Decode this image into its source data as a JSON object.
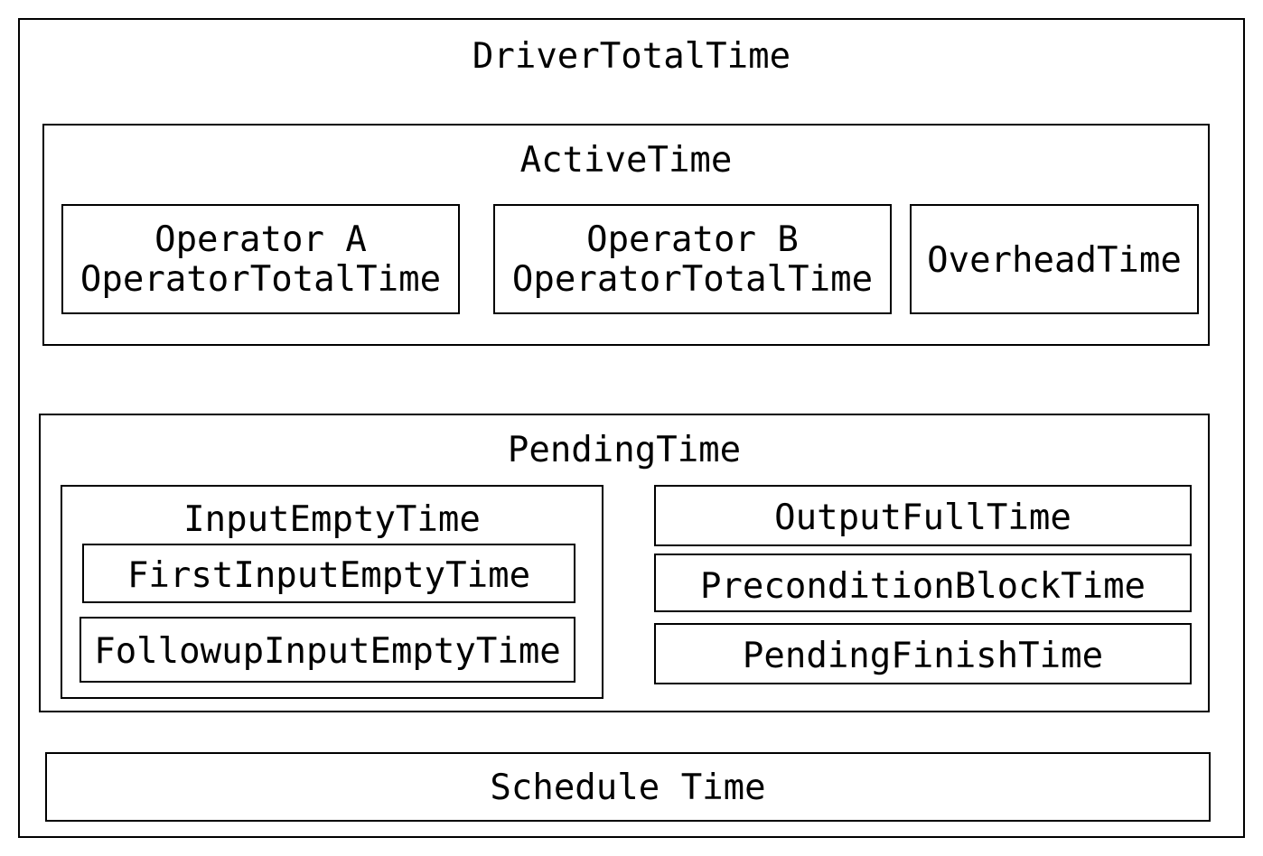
{
  "diagram": {
    "title": "DriverTotalTime",
    "type": "nested-box-taxonomy",
    "groups": [
      {
        "name": "ActiveTime",
        "label": "ActiveTime",
        "children": [
          {
            "name": "operator-a",
            "line1": "Operator A",
            "line2": "OperatorTotalTime"
          },
          {
            "name": "operator-b",
            "line1": "Operator B",
            "line2": "OperatorTotalTime"
          },
          {
            "name": "overhead-time",
            "label": "OverheadTime"
          }
        ]
      },
      {
        "name": "PendingTime",
        "label": "PendingTime",
        "children": [
          {
            "name": "input-empty-time",
            "label": "InputEmptyTime",
            "children": [
              {
                "name": "first-input-empty-time",
                "label": "FirstInputEmptyTime"
              },
              {
                "name": "followup-input-empty-time",
                "label": "FollowupInputEmptyTime"
              }
            ]
          },
          {
            "name": "output-full-time",
            "label": "OutputFullTime"
          },
          {
            "name": "precondition-block-time",
            "label": "PreconditionBlockTime"
          },
          {
            "name": "pending-finish-time",
            "label": "PendingFinishTime"
          }
        ]
      },
      {
        "name": "ScheduleTime",
        "label": "Schedule Time"
      }
    ]
  },
  "labels": {
    "driver_total_time": "DriverTotalTime",
    "active_time": "ActiveTime",
    "operator_a_line1": "Operator A",
    "operator_a_line2": "OperatorTotalTime",
    "operator_b_line1": "Operator B",
    "operator_b_line2": "OperatorTotalTime",
    "overhead_time": "OverheadTime",
    "pending_time": "PendingTime",
    "input_empty_time": "InputEmptyTime",
    "first_input_empty_time": "FirstInputEmptyTime",
    "followup_input_empty_time": "FollowupInputEmptyTime",
    "output_full_time": "OutputFullTime",
    "precondition_block_time": "PreconditionBlockTime",
    "pending_finish_time": "PendingFinishTime",
    "schedule_time": "Schedule Time"
  },
  "colors": {
    "stroke": "#000000",
    "fill": "#ffffff",
    "text": "#000000"
  }
}
